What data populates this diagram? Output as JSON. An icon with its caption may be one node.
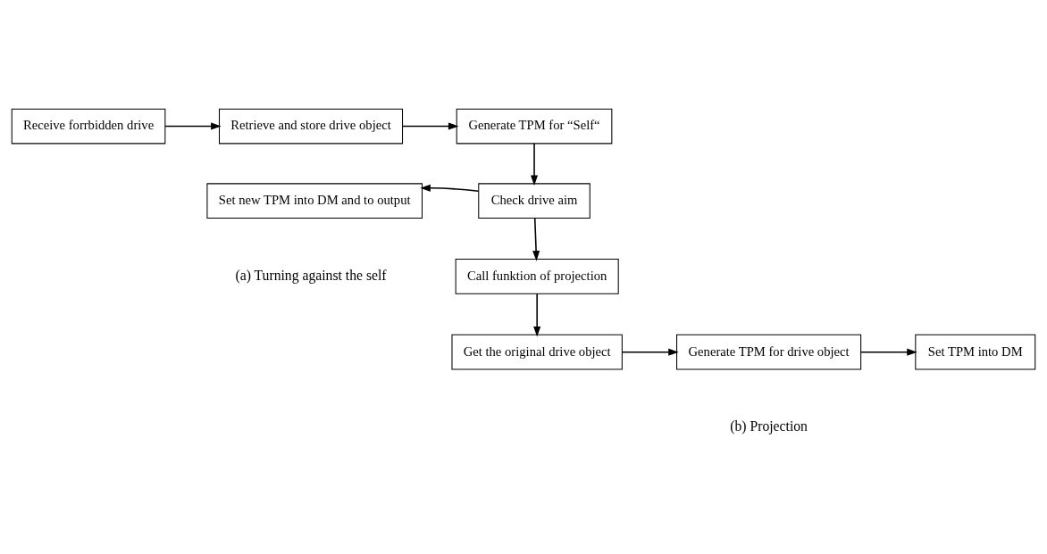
{
  "diagram": {
    "nodes": [
      {
        "text": [
          "Receive forrbidden drive"
        ]
      },
      {
        "text": [
          "Retrieve and store drive object"
        ]
      },
      {
        "text": [
          "Generate TPM for “Self“"
        ]
      },
      {
        "text": [
          "Set new TPM into DM and to output"
        ]
      },
      {
        "text": [
          "Check drive aim"
        ]
      },
      {
        "text": [
          "Call funktion of projection"
        ]
      },
      {
        "text": [
          "Get the original drive object"
        ]
      },
      {
        "text": [
          "Generate TPM for drive object"
        ]
      },
      {
        "text": [
          "Set TPM into DM"
        ]
      }
    ],
    "edges": [
      {
        "from": 0,
        "to": 1,
        "arrow": "to"
      },
      {
        "from": 1,
        "to": 2,
        "arrow": "to"
      },
      {
        "from": 2,
        "to": 4,
        "arrow": "to"
      },
      {
        "from": 4,
        "to": 3,
        "arrow": "to"
      },
      {
        "from": 4,
        "to": 5,
        "arrow": "to"
      },
      {
        "from": 5,
        "to": 6,
        "arrow": "to"
      },
      {
        "from": 6,
        "to": 7,
        "arrow": "to"
      },
      {
        "from": 7,
        "to": 8,
        "arrow": "to"
      }
    ],
    "labels": [
      "(a) Turning against the self",
      "(b) Projection"
    ]
  }
}
